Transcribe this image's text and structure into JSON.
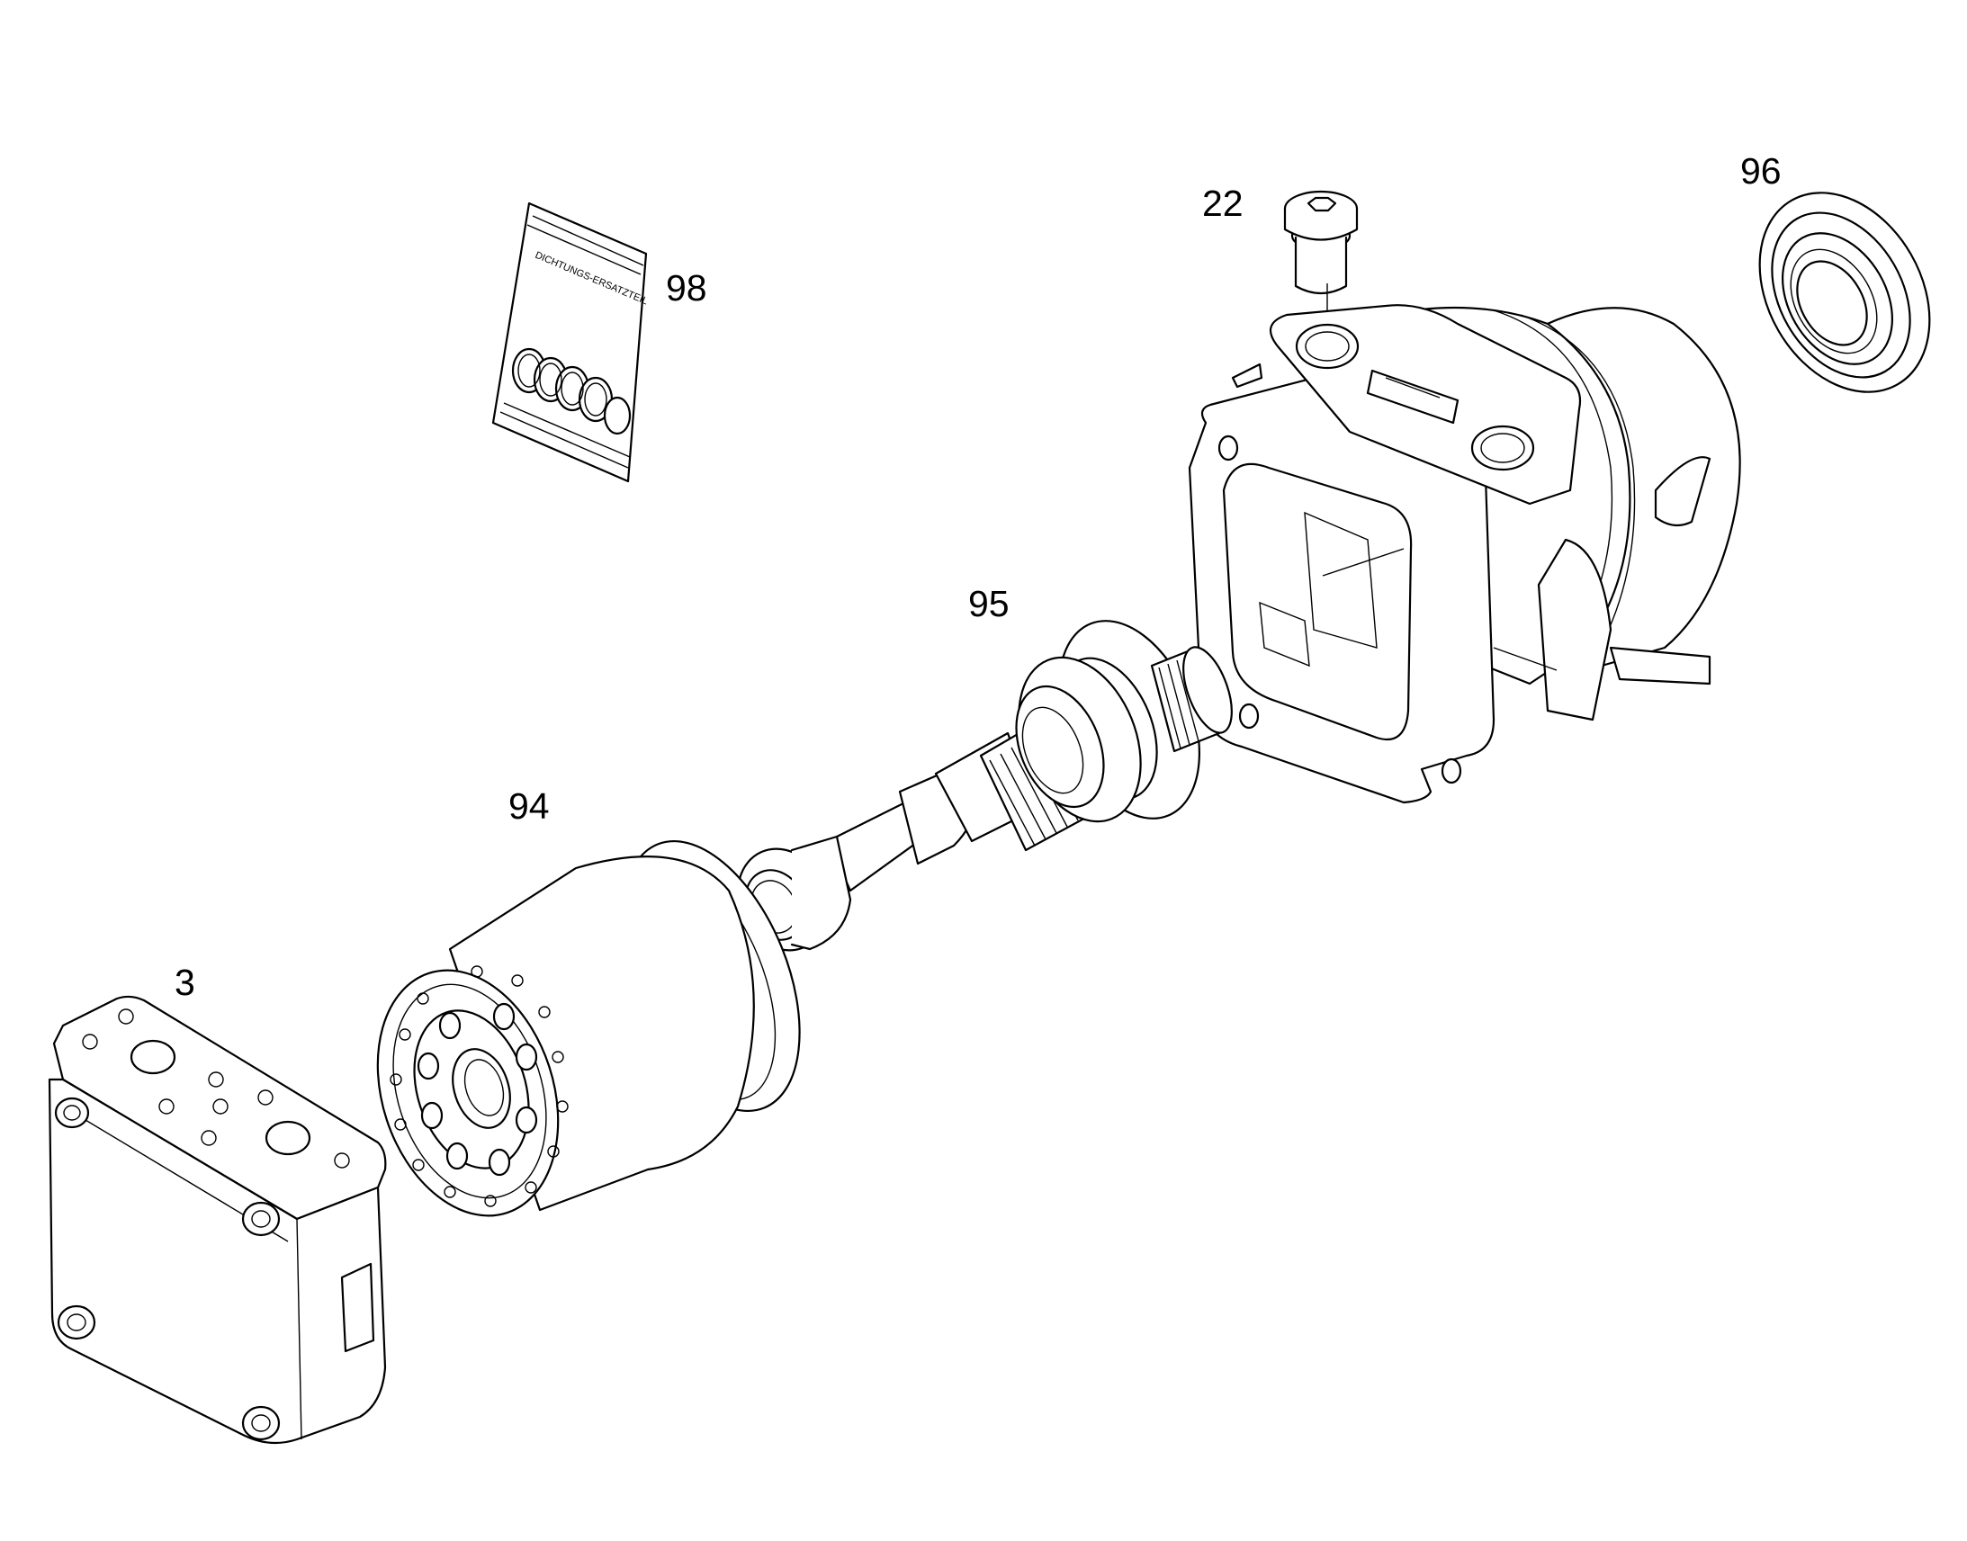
{
  "drawing": {
    "callouts": [
      {
        "id": "part-3",
        "label": "3"
      },
      {
        "id": "part-22",
        "label": "22"
      },
      {
        "id": "part-94",
        "label": "94"
      },
      {
        "id": "part-95",
        "label": "95"
      },
      {
        "id": "part-96",
        "label": "96"
      },
      {
        "id": "part-98",
        "label": "98"
      }
    ],
    "bag_print": "DICHTUNGS-ERSATZTEIL"
  }
}
